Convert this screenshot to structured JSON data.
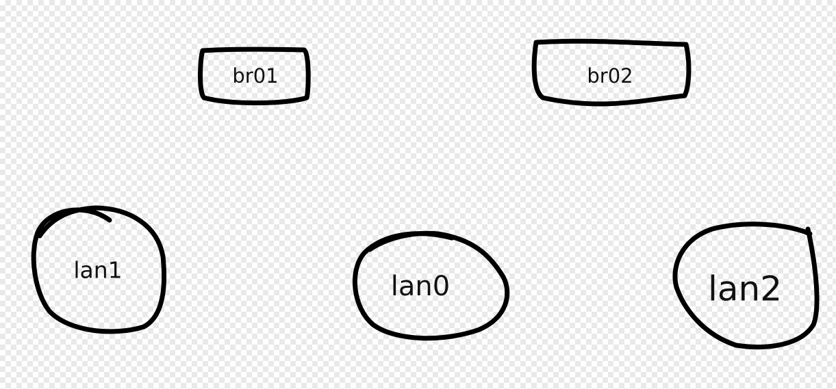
{
  "nodes": [
    {
      "id": "br01",
      "shape": "rectangle",
      "label": "br01"
    },
    {
      "id": "br02",
      "shape": "rectangle",
      "label": "br02"
    },
    {
      "id": "lan1",
      "shape": "circle",
      "label": "lan1"
    },
    {
      "id": "lan0",
      "shape": "circle",
      "label": "lan0"
    },
    {
      "id": "lan2",
      "shape": "circle",
      "label": "lan2"
    }
  ],
  "colors": {
    "stroke": "#000000",
    "text": "#111111"
  }
}
